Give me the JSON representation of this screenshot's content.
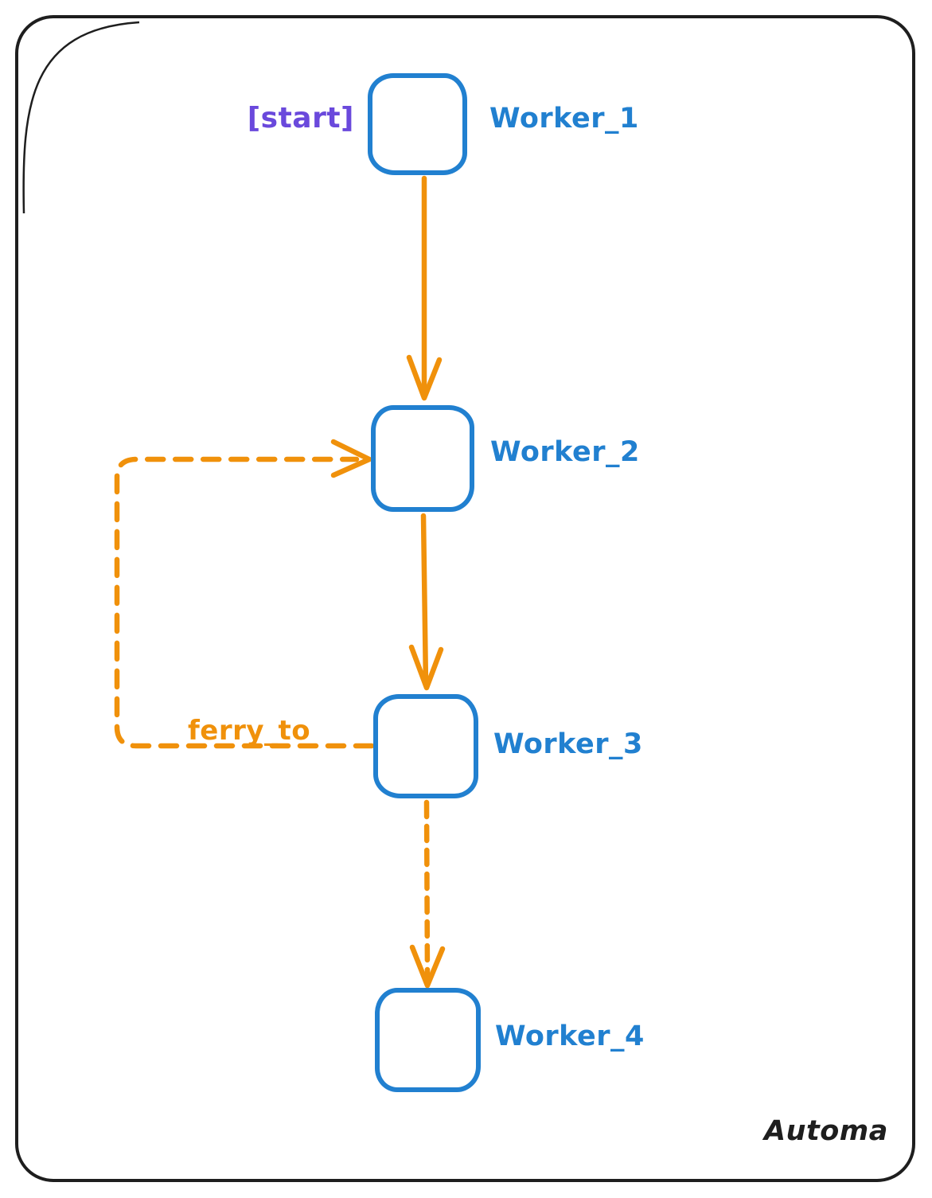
{
  "app": {
    "watermark": "Automa"
  },
  "diagram": {
    "type": "workflow-graph",
    "nodes": [
      {
        "id": "worker_1",
        "label": "Worker_1",
        "tag": "[start]"
      },
      {
        "id": "worker_2",
        "label": "Worker_2"
      },
      {
        "id": "worker_3",
        "label": "Worker_3"
      },
      {
        "id": "worker_4",
        "label": "Worker_4"
      }
    ],
    "edges": [
      {
        "from": "worker_1",
        "to": "worker_2",
        "style": "solid"
      },
      {
        "from": "worker_2",
        "to": "worker_3",
        "style": "solid"
      },
      {
        "from": "worker_3",
        "to": "worker_4",
        "style": "dashed"
      },
      {
        "from": "worker_3",
        "to": "worker_2",
        "style": "dashed",
        "label": "ferry_to"
      }
    ],
    "colors": {
      "node_stroke": "#2180d0",
      "edge_stroke": "#f0910b",
      "start_tag": "#6a49dc",
      "frame": "#1e1e1e"
    }
  }
}
